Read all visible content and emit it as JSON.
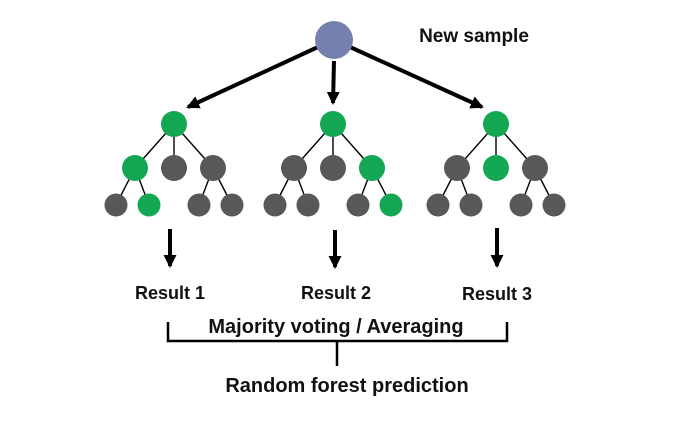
{
  "labels": {
    "new_sample": "New sample",
    "result_1": "Result 1",
    "result_2": "Result 2",
    "result_3": "Result 3",
    "voting": "Majority voting / Averaging",
    "prediction": "Random forest prediction"
  },
  "colors": {
    "sample_node": "#7580AE",
    "green_node": "#13A753",
    "gray_node": "#58585A",
    "line": "#000000"
  },
  "trees": [
    {
      "name": "tree-1",
      "root": "green",
      "level2": [
        "green",
        "gray",
        "gray"
      ],
      "level3": [
        "gray",
        "green",
        "gray",
        "gray"
      ]
    },
    {
      "name": "tree-2",
      "root": "green",
      "level2": [
        "gray",
        "gray",
        "green"
      ],
      "level3": [
        "gray",
        "gray",
        "gray",
        "green"
      ]
    },
    {
      "name": "tree-3",
      "root": "green",
      "level2": [
        "gray",
        "green",
        "gray"
      ],
      "level3": [
        "gray",
        "gray",
        "gray",
        "gray"
      ]
    }
  ]
}
